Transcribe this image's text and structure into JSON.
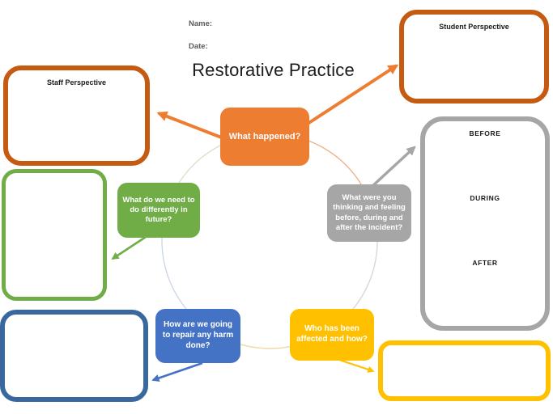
{
  "palette": {
    "orange_fill": "#ED7D31",
    "orange_border": "#C55A11",
    "green": "#70AD47",
    "blue_fill": "#4472C4",
    "blue_border": "#38689E",
    "yellow": "#FFC000",
    "gray": "#A6A6A6"
  },
  "header": {
    "name_label": "Name:",
    "date_label": "Date:",
    "title": "Restorative Practice"
  },
  "question_nodes": [
    {
      "id": "what-happened",
      "label": "What happened?",
      "color": "#ED7D31"
    },
    {
      "id": "thinking-feeling",
      "label": "What were you thinking and feeling before, during and after the incident?",
      "color": "#A6A6A6"
    },
    {
      "id": "differently-future",
      "label": "What do we need to do differently in future?",
      "color": "#70AD47"
    },
    {
      "id": "repair-harm",
      "label": "How are we going to repair any harm done?",
      "color": "#4472C4"
    },
    {
      "id": "who-affected",
      "label": "Who has been affected and how?",
      "color": "#FFC000"
    }
  ],
  "answer_boxes": [
    {
      "id": "staff-perspective",
      "label": "Staff Perspective",
      "border_color": "#C55A11"
    },
    {
      "id": "student-perspective",
      "label": "Student Perspective",
      "border_color": "#C55A11"
    },
    {
      "id": "incident-timeline",
      "labels": [
        "BEFORE",
        "DURING",
        "AFTER"
      ],
      "border_color": "#A6A6A6"
    },
    {
      "id": "future-response",
      "border_color": "#70AD47"
    },
    {
      "id": "repair-response",
      "border_color": "#38689E"
    },
    {
      "id": "affected-response",
      "border_color": "#FFC000"
    }
  ]
}
